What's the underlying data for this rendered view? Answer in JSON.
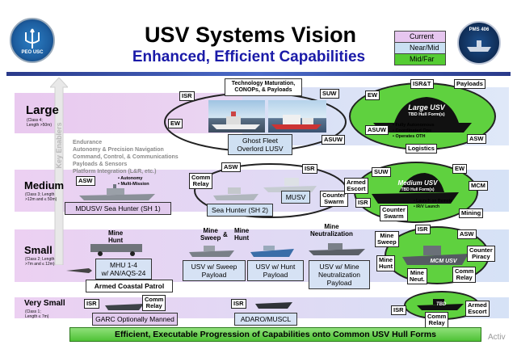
{
  "header": {
    "title": "USV Systems Vision",
    "subtitle": "Enhanced, Efficient Capabilities",
    "left_logo_text": "PEO USC",
    "right_logo_text": "PMS 406"
  },
  "legend": {
    "items": [
      {
        "label": "Current",
        "color": "#e6c6ef"
      },
      {
        "label": "Near/Mid",
        "color": "#c9e0f2"
      },
      {
        "label": "Mid/Far",
        "color": "#55cc33"
      }
    ]
  },
  "side_label": "Key Enablers",
  "enablers": [
    "Endurance",
    "Autonomy & Precision Navigation",
    "Command, Control, & Communications",
    "Payloads & Sensors",
    "Platform Integration (L&R, etc.)"
  ],
  "tiers": {
    "large": {
      "name": "Large",
      "class": "(Class 4;\nLength >50m)"
    },
    "medium": {
      "name": "Medium",
      "class": "(Class 3; Length\n>12m and ≤ 50m)"
    },
    "small": {
      "name": "Small",
      "class": "(Class 2; Length\n>7m and ≤ 12m)"
    },
    "very_small": {
      "name": "Very Small",
      "class": "(Class 1;\nLength ≤ 7m)"
    }
  },
  "large": {
    "tech_box": "Technology Maturation,\nCONOPs, & Payloads",
    "current_label": "Ghost Fleet\nOverlord LUSV",
    "tags": [
      "ISR",
      "SUW",
      "EW",
      "ASUW"
    ],
    "future_name": "Large USV",
    "future_sub": "TBD Hull Form(s)",
    "future_bullets": [
      "• Fully Autonomous",
      "• Coordinated Ops",
      "• Operates OTH"
    ],
    "future_tags": [
      "ISR&T",
      "Payloads",
      "EW",
      "ASUW",
      "ASW",
      "Logistics"
    ]
  },
  "medium": {
    "sea_hunter_1": "MDUSV/ Sea Hunter (SH 1)",
    "sea_hunter_2": "Sea Hunter (SH 2)",
    "musv": "MUSV",
    "tags_left": [
      "ASW"
    ],
    "notes": [
      "• Autonomy",
      "• Multi-Mission"
    ],
    "tags_mid": [
      "Comm\nRelay",
      "ASW",
      "ISR",
      "Counter\nSwarm"
    ],
    "future_name": "Medium USV",
    "future_sub": "TBD Hull Form(s)",
    "future_notes": [
      "• Launch on Remote",
      "• IR/V Launch"
    ],
    "future_tags": [
      "SUW",
      "EW",
      "Armed\nEscort",
      "MCM",
      "ISR",
      "Counter\nSwarm",
      "Mining"
    ]
  },
  "small": {
    "mhu": "MHU 1-4\nw/ AN/AQS-24",
    "usv_sweep": "USV w/ Sweep\nPayload",
    "usv_hunt": "USV w/ Hunt\nPayload",
    "usv_neut": "USV w/ Mine\nNeutralization\nPayload",
    "armed_patrol": "Armed Coastal Patrol",
    "tags": [
      "Mine\nHunt",
      "Mine\nSweep",
      "&",
      "Mine\nHunt",
      "Mine\nNeutralization"
    ],
    "future_name": "MCM USV",
    "future_tags": [
      "Mine\nSweep",
      "ISR",
      "ASW",
      "Mine\nHunt",
      "Counter\nPiracy",
      "Mine\nNeut.",
      "Comm\nRelay"
    ]
  },
  "very_small": {
    "garc": "GARC Optionally Manned",
    "adaro": "ADARO/MUSCL",
    "tags": [
      "ISR",
      "Comm\nRelay",
      "ISR"
    ],
    "future_name": "TBD",
    "future_tags": [
      "ISR",
      "Armed\nEscort",
      "Comm\nRelay"
    ]
  },
  "footer": "Efficient, Executable Progression of Capabilities onto Common USV Hull Forms",
  "watermark": "Activ"
}
